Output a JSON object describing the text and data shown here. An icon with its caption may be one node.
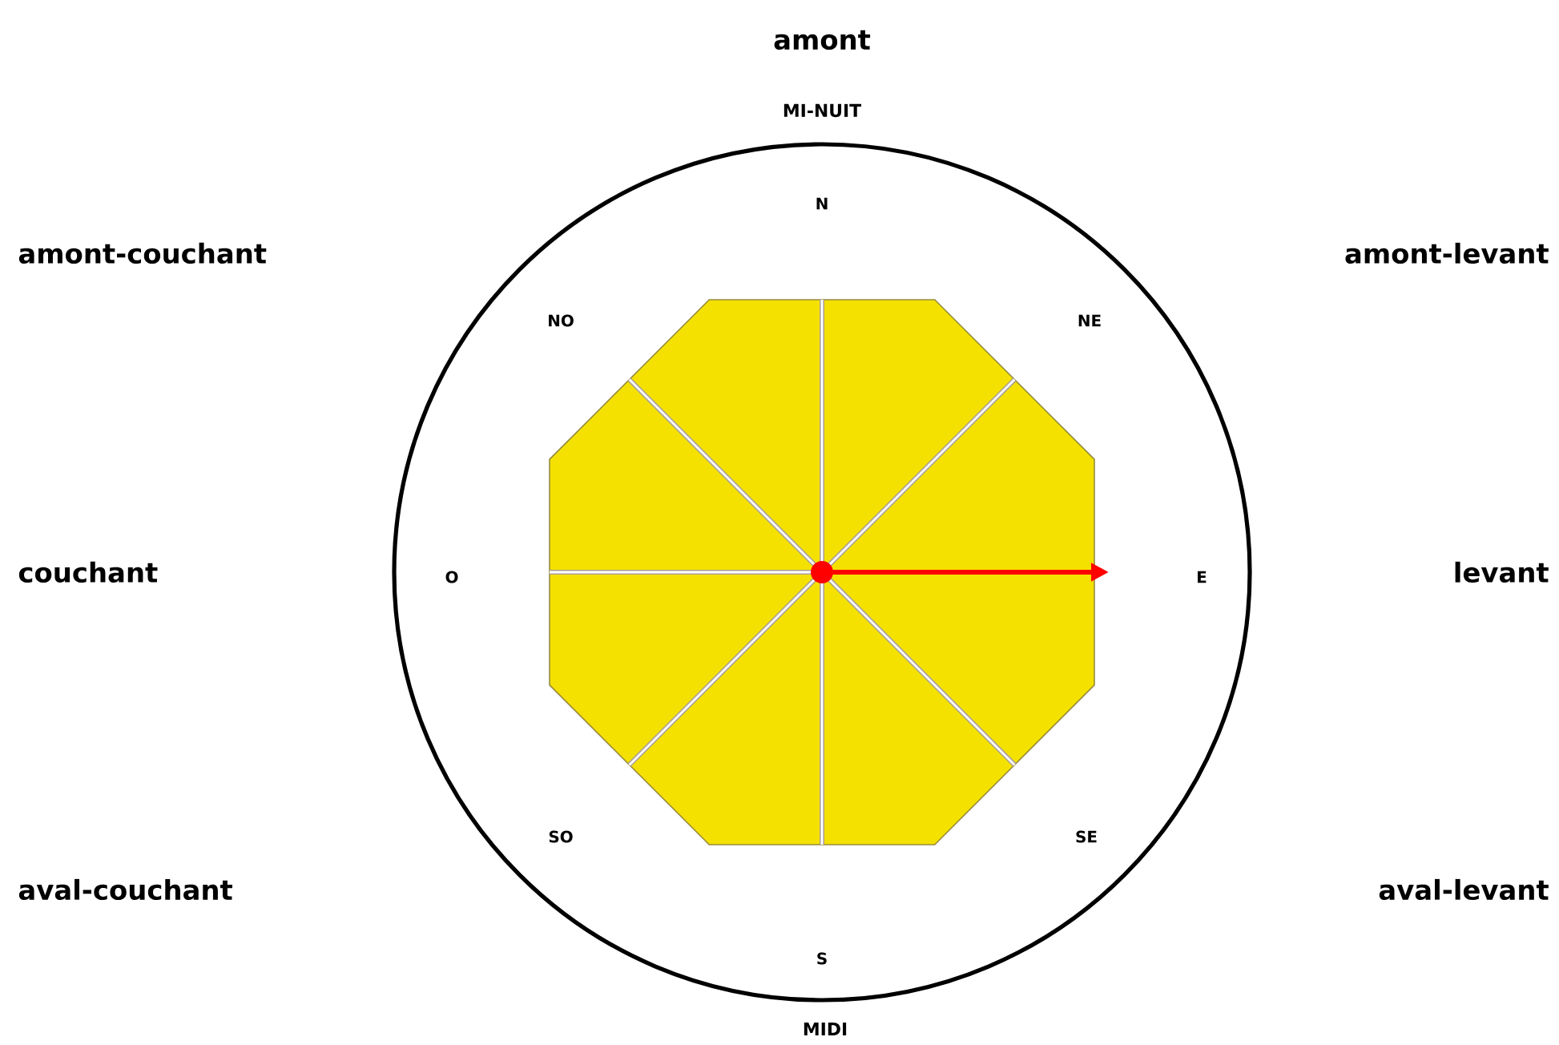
{
  "diagram": {
    "labels": [
      "amont",
      "MI-NUIT",
      "N",
      "amont-couchant",
      "NO",
      "NE",
      "amont-levant",
      "couchant",
      "O",
      "E",
      "levant",
      "SO",
      "SE",
      "aval-couchant",
      "aval-levant",
      "S",
      "MIDI"
    ]
  }
}
